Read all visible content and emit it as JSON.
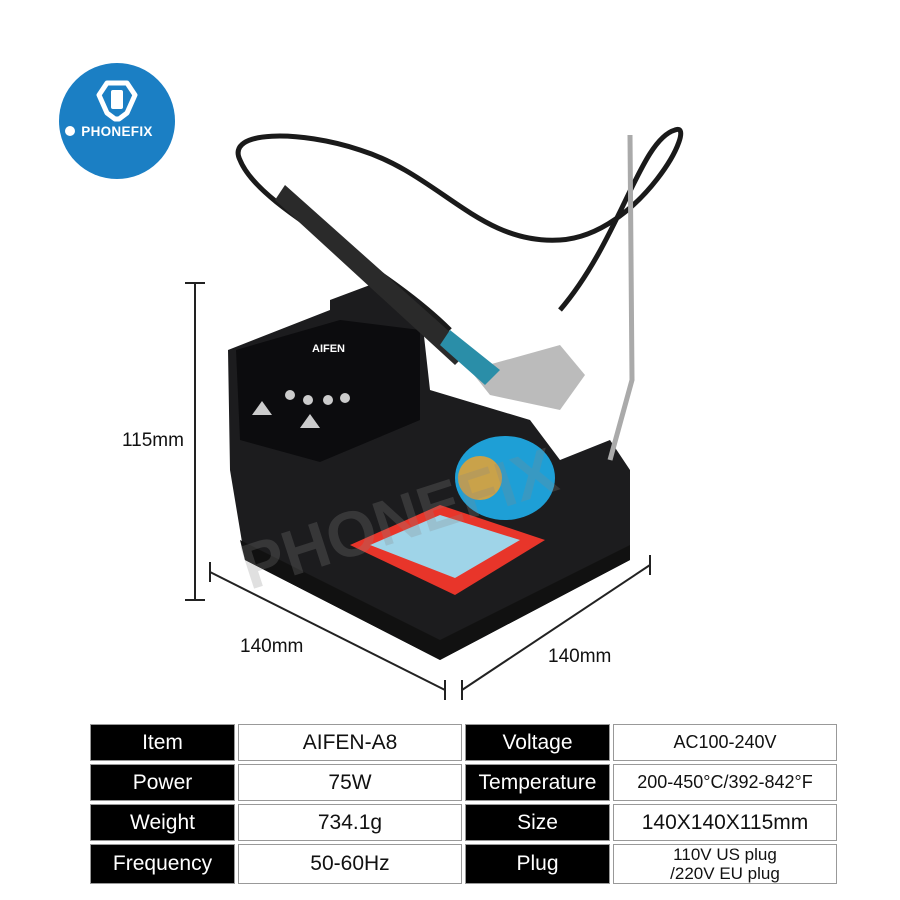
{
  "logo": {
    "brand": "PHONEFIX",
    "icon": "wrench-phone-icon",
    "color": "#1b7fc4"
  },
  "product": {
    "brand_on_device": "AIFEN",
    "watermark": "PHONEFIX"
  },
  "dimensions": {
    "height": "115mm",
    "width": "140mm",
    "depth": "140mm"
  },
  "specs": [
    {
      "label": "Item",
      "value": "AIFEN-A8",
      "label2": "Voltage",
      "value2": "AC100-240V"
    },
    {
      "label": "Power",
      "value": "75W",
      "label2": "Temperature",
      "value2": "200-450°C/392-842°F"
    },
    {
      "label": "Weight",
      "value": "734.1g",
      "label2": "Size",
      "value2": "140X140X115mm"
    },
    {
      "label": "Frequency",
      "value": "50-60Hz",
      "label2": "Plug",
      "value2": "110V US plug",
      "value2b": "/220V EU plug"
    }
  ]
}
